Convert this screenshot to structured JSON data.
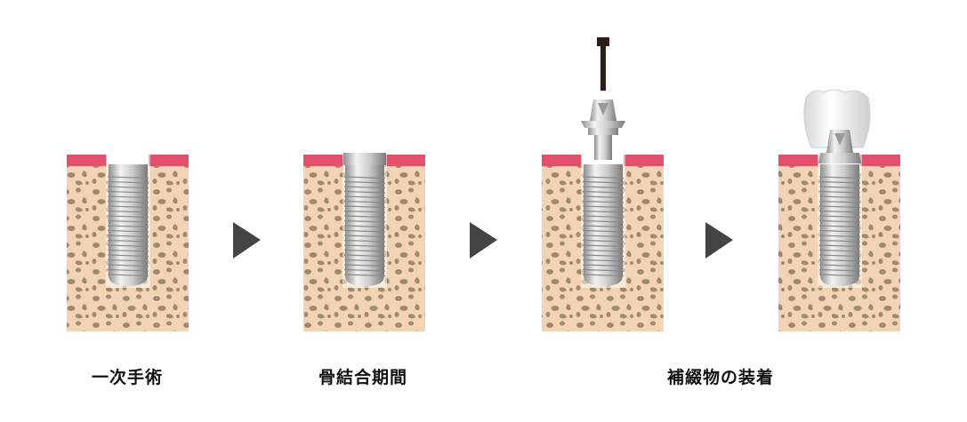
{
  "title": "インプラント治療の流れ",
  "steps": [
    {
      "label": "一次手術",
      "stage": "implant-placed"
    },
    {
      "label": "骨結合期間",
      "stage": "osseointegration"
    },
    {
      "label": "",
      "stage": "abutment-attaching"
    },
    {
      "label": "補綴物の装着",
      "stage": "crown-attached"
    }
  ],
  "labels": {
    "step1": "一次手術",
    "step2": "骨結合期間",
    "step3": "補綴物の装着"
  },
  "colors": {
    "gum": "#e0526b",
    "bone": "#f2d4b4",
    "bone_pore": "#a08a6e",
    "arrow": "#444444",
    "implant": "#c8c8c8",
    "crown": "#f4f4f4",
    "screw": "#2a1d1a"
  },
  "icons": {
    "arrow": "triangle-right-arrow"
  }
}
